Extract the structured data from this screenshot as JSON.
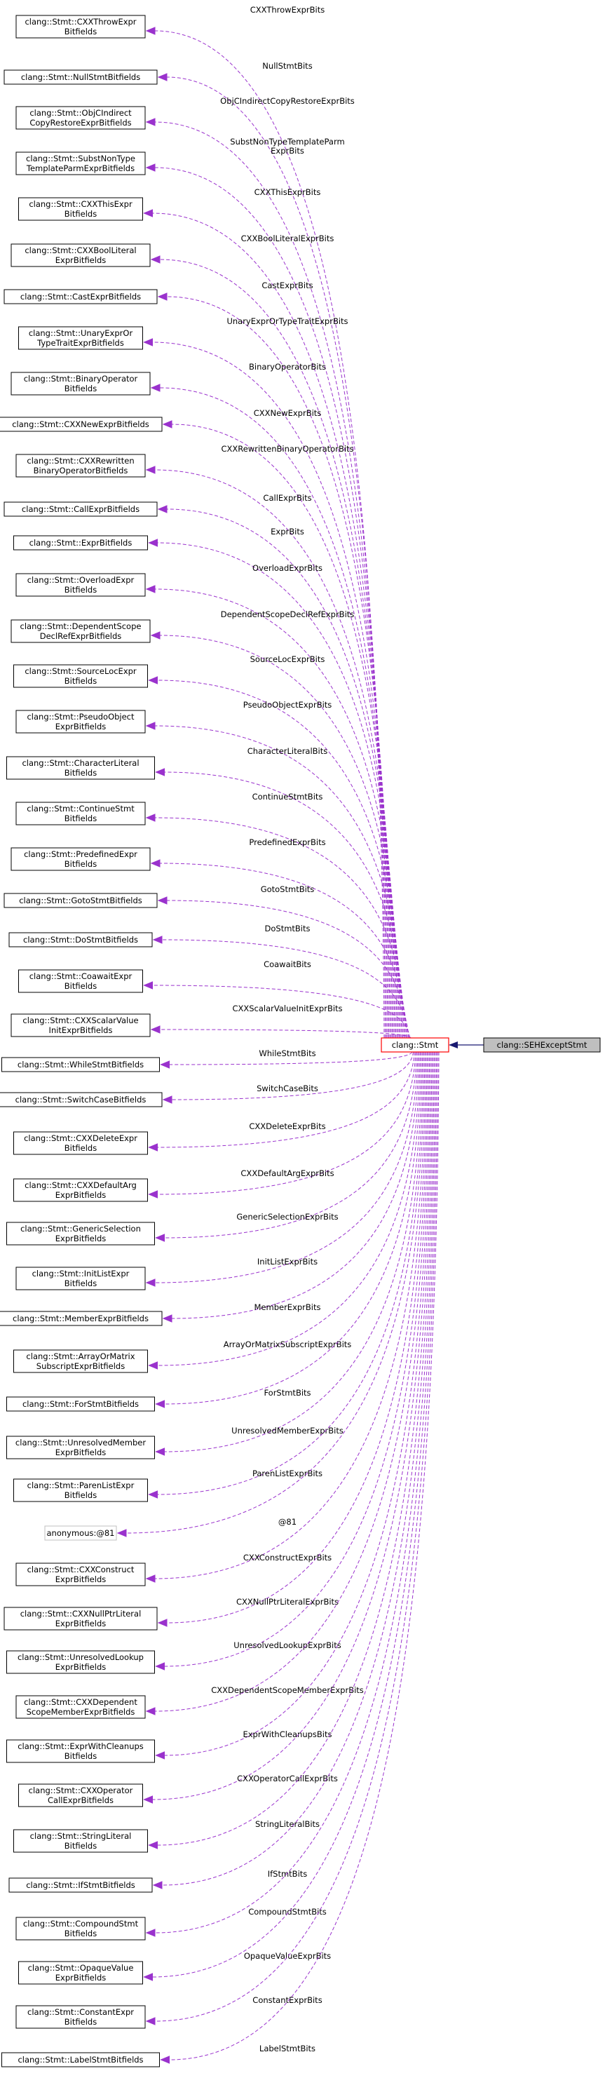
{
  "colors": {
    "node_border": "#000000",
    "focus_border": "#ff0000",
    "focus_fill": "#bfbfbf",
    "anonymous_border": "#bfbfbf",
    "usage_edge": "#9a32cd",
    "inherit_edge": "#191970"
  },
  "center_node": {
    "label": "clang::Stmt"
  },
  "focus_node": {
    "label": "clang::SEHExceptStmt"
  },
  "member_nodes": [
    {
      "lines": [
        "clang::Stmt::CXXThrowExpr",
        "Bitfields"
      ],
      "edge": "CXXThrowExprBits"
    },
    {
      "lines": [
        "clang::Stmt::NullStmtBitfields"
      ],
      "edge": "NullStmtBits"
    },
    {
      "lines": [
        "clang::Stmt::ObjCIndirect",
        "CopyRestoreExprBitfields"
      ],
      "edge": "ObjCIndirectCopyRestoreExprBits"
    },
    {
      "lines": [
        "clang::Stmt::SubstNonType",
        "TemplateParmExprBitfields"
      ],
      "edge": "SubstNonTypeTemplateParm\nExprBits"
    },
    {
      "lines": [
        "clang::Stmt::CXXThisExpr",
        "Bitfields"
      ],
      "edge": "CXXThisExprBits"
    },
    {
      "lines": [
        "clang::Stmt::CXXBoolLiteral",
        "ExprBitfields"
      ],
      "edge": "CXXBoolLiteralExprBits"
    },
    {
      "lines": [
        "clang::Stmt::CastExprBitfields"
      ],
      "edge": "CastExprBits"
    },
    {
      "lines": [
        "clang::Stmt::UnaryExprOr",
        "TypeTraitExprBitfields"
      ],
      "edge": "UnaryExprOrTypeTraitExprBits"
    },
    {
      "lines": [
        "clang::Stmt::BinaryOperator",
        "Bitfields"
      ],
      "edge": "BinaryOperatorBits"
    },
    {
      "lines": [
        "clang::Stmt::CXXNewExprBitfields"
      ],
      "edge": "CXXNewExprBits"
    },
    {
      "lines": [
        "clang::Stmt::CXXRewritten",
        "BinaryOperatorBitfields"
      ],
      "edge": "CXXRewrittenBinaryOperatorBits"
    },
    {
      "lines": [
        "clang::Stmt::CallExprBitfields"
      ],
      "edge": "CallExprBits"
    },
    {
      "lines": [
        "clang::Stmt::ExprBitfields"
      ],
      "edge": "ExprBits"
    },
    {
      "lines": [
        "clang::Stmt::OverloadExpr",
        "Bitfields"
      ],
      "edge": "OverloadExprBits"
    },
    {
      "lines": [
        "clang::Stmt::DependentScope",
        "DeclRefExprBitfields"
      ],
      "edge": "DependentScopeDeclRefExprBits"
    },
    {
      "lines": [
        "clang::Stmt::SourceLocExpr",
        "Bitfields"
      ],
      "edge": "SourceLocExprBits"
    },
    {
      "lines": [
        "clang::Stmt::PseudoObject",
        "ExprBitfields"
      ],
      "edge": "PseudoObjectExprBits"
    },
    {
      "lines": [
        "clang::Stmt::CharacterLiteral",
        "Bitfields"
      ],
      "edge": "CharacterLiteralBits"
    },
    {
      "lines": [
        "clang::Stmt::ContinueStmt",
        "Bitfields"
      ],
      "edge": "ContinueStmtBits"
    },
    {
      "lines": [
        "clang::Stmt::PredefinedExpr",
        "Bitfields"
      ],
      "edge": "PredefinedExprBits"
    },
    {
      "lines": [
        "clang::Stmt::GotoStmtBitfields"
      ],
      "edge": "GotoStmtBits"
    },
    {
      "lines": [
        "clang::Stmt::DoStmtBitfields"
      ],
      "edge": "DoStmtBits"
    },
    {
      "lines": [
        "clang::Stmt::CoawaitExpr",
        "Bitfields"
      ],
      "edge": "CoawaitBits"
    },
    {
      "lines": [
        "clang::Stmt::CXXScalarValue",
        "InitExprBitfields"
      ],
      "edge": "CXXScalarValueInitExprBits"
    },
    {
      "lines": [
        "clang::Stmt::WhileStmtBitfields"
      ],
      "edge": "WhileStmtBits"
    },
    {
      "lines": [
        "clang::Stmt::SwitchCaseBitfields"
      ],
      "edge": "SwitchCaseBits"
    },
    {
      "lines": [
        "clang::Stmt::CXXDeleteExpr",
        "Bitfields"
      ],
      "edge": "CXXDeleteExprBits"
    },
    {
      "lines": [
        "clang::Stmt::CXXDefaultArg",
        "ExprBitfields"
      ],
      "edge": "CXXDefaultArgExprBits"
    },
    {
      "lines": [
        "clang::Stmt::GenericSelection",
        "ExprBitfields"
      ],
      "edge": "GenericSelectionExprBits"
    },
    {
      "lines": [
        "clang::Stmt::InitListExpr",
        "Bitfields"
      ],
      "edge": "InitListExprBits"
    },
    {
      "lines": [
        "clang::Stmt::MemberExprBitfields"
      ],
      "edge": "MemberExprBits"
    },
    {
      "lines": [
        "clang::Stmt::ArrayOrMatrix",
        "SubscriptExprBitfields"
      ],
      "edge": "ArrayOrMatrixSubscriptExprBits"
    },
    {
      "lines": [
        "clang::Stmt::ForStmtBitfields"
      ],
      "edge": "ForStmtBits"
    },
    {
      "lines": [
        "clang::Stmt::UnresolvedMember",
        "ExprBitfields"
      ],
      "edge": "UnresolvedMemberExprBits"
    },
    {
      "lines": [
        "clang::Stmt::ParenListExpr",
        "Bitfields"
      ],
      "edge": "ParenListExprBits"
    },
    {
      "lines": [
        "anonymous:@81"
      ],
      "edge": "@81",
      "anonymous": true
    },
    {
      "lines": [
        "clang::Stmt::CXXConstruct",
        "ExprBitfields"
      ],
      "edge": "CXXConstructExprBits"
    },
    {
      "lines": [
        "clang::Stmt::CXXNullPtrLiteral",
        "ExprBitfields"
      ],
      "edge": "CXXNullPtrLiteralExprBits"
    },
    {
      "lines": [
        "clang::Stmt::UnresolvedLookup",
        "ExprBitfields"
      ],
      "edge": "UnresolvedLookupExprBits"
    },
    {
      "lines": [
        "clang::Stmt::CXXDependent",
        "ScopeMemberExprBitfields"
      ],
      "edge": "CXXDependentScopeMemberExprBits"
    },
    {
      "lines": [
        "clang::Stmt::ExprWithCleanups",
        "Bitfields"
      ],
      "edge": "ExprWithCleanupsBits"
    },
    {
      "lines": [
        "clang::Stmt::CXXOperator",
        "CallExprBitfields"
      ],
      "edge": "CXXOperatorCallExprBits"
    },
    {
      "lines": [
        "clang::Stmt::StringLiteral",
        "Bitfields"
      ],
      "edge": "StringLiteralBits"
    },
    {
      "lines": [
        "clang::Stmt::IfStmtBitfields"
      ],
      "edge": "IfStmtBits"
    },
    {
      "lines": [
        "clang::Stmt::CompoundStmt",
        "Bitfields"
      ],
      "edge": "CompoundStmtBits"
    },
    {
      "lines": [
        "clang::Stmt::OpaqueValue",
        "ExprBitfields"
      ],
      "edge": "OpaqueValueExprBits"
    },
    {
      "lines": [
        "clang::Stmt::ConstantExpr",
        "Bitfields"
      ],
      "edge": "ConstantExprBits"
    },
    {
      "lines": [
        "clang::Stmt::LabelStmtBitfields"
      ],
      "edge": "LabelStmtBits"
    }
  ]
}
